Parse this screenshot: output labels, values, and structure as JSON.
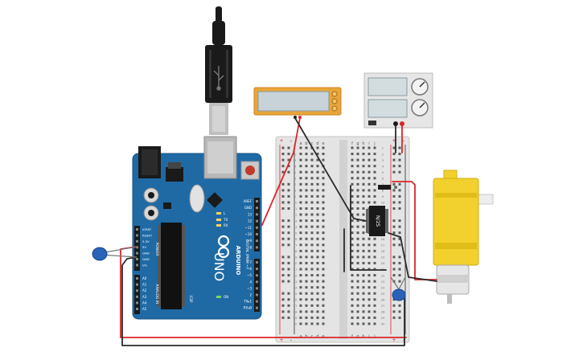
{
  "arduino": {
    "brand": "ARDUINO",
    "model": "UNO",
    "power_label": "POWER",
    "analog_label": "ANALOG IN",
    "digital_label": "DIGITAL (PWM ~)",
    "icsp_label": "ICSP",
    "on_label": "ON",
    "power_pins": [
      "IOREF",
      "RESET",
      "3.3V",
      "5V",
      "GND",
      "GND",
      "Vin"
    ],
    "analog_pins": [
      "A0",
      "A1",
      "A2",
      "A3",
      "A4",
      "A5"
    ],
    "digital_top": [
      "AREF",
      "GND",
      "13",
      "12",
      "~11",
      "~10",
      "~9",
      "8"
    ],
    "digital_bottom": [
      "7",
      "~6",
      "~5",
      "4",
      "~3",
      "2",
      "TX▸1",
      "RX◂0"
    ],
    "tx_label": "TX",
    "rx_label": "RX",
    "l_label": "L"
  },
  "breadboard": {
    "left_columns": [
      "a",
      "b",
      "c",
      "d",
      "e"
    ],
    "right_columns": [
      "f",
      "g",
      "h",
      "i",
      "j"
    ],
    "row_numbers": [
      "1",
      "2",
      "3",
      "4",
      "5",
      "6",
      "7",
      "8",
      "9",
      "10",
      "11",
      "12",
      "13",
      "14",
      "15",
      "16",
      "17",
      "18",
      "19",
      "20",
      "21",
      "22",
      "23",
      "24",
      "25",
      "26",
      "27",
      "28",
      "29",
      "30"
    ],
    "rail_plus": "+",
    "rail_minus": "-"
  },
  "chip": {
    "label": "N/2S"
  },
  "colors": {
    "arduino_blue": "#1f6aa5",
    "wire_red": "#d9262b",
    "wire_black": "#2a2a2a",
    "lcd_frame": "#e8a53a",
    "lcd_screen": "#c7d3d8",
    "motor_yellow": "#f2d12e",
    "capacitor_blue": "#2a62b8"
  }
}
